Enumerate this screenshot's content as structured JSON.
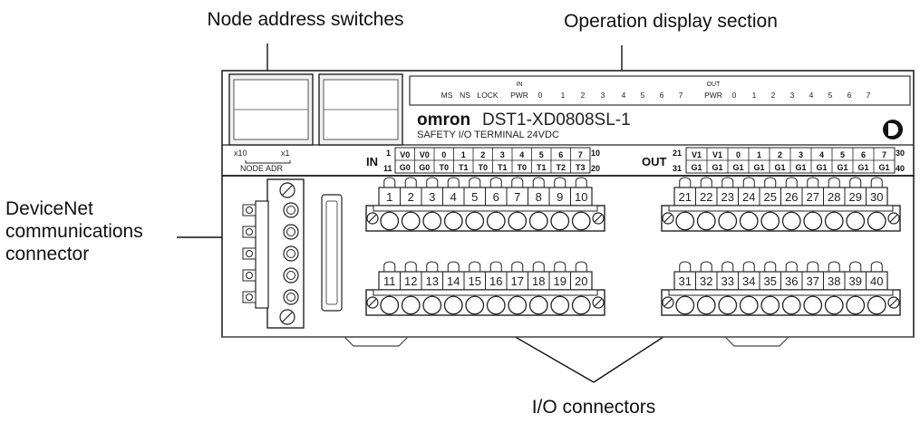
{
  "callouts": {
    "node_address": "Node address switches",
    "operation_display": "Operation display section",
    "devicenet_line1": "DeviceNet",
    "devicenet_line2": "communications",
    "devicenet_line3": "connector",
    "io_connectors": "I/O connectors"
  },
  "device": {
    "brand": "omron",
    "model": "DST1-XD0808SL-1",
    "subtitle": "SAFETY I/O TERMINAL  24VDC",
    "node_x10": "x10",
    "node_x1": "x1",
    "node_adr": "NODE ADR",
    "in_label": "IN",
    "out_label": "OUT"
  },
  "display": {
    "in_caption": "IN",
    "out_caption": "OUT",
    "in_items": [
      "MS",
      "NS",
      "LOCK",
      "PWR",
      "0",
      "1",
      "2",
      "3",
      "4",
      "5",
      "6",
      "7"
    ],
    "out_items": [
      "PWR",
      "0",
      "1",
      "2",
      "3",
      "4",
      "5",
      "6",
      "7"
    ]
  },
  "terminal_labels": {
    "in_top_start": "1",
    "in_top_end": "10",
    "in_bottom_start": "11",
    "in_bottom_end": "20",
    "in_top": [
      "V0",
      "V0",
      "0",
      "1",
      "2",
      "3",
      "4",
      "5",
      "6",
      "7"
    ],
    "in_bottom": [
      "G0",
      "G0",
      "T0",
      "T1",
      "T0",
      "T1",
      "T0",
      "T1",
      "T2",
      "T3"
    ],
    "out_top_start": "21",
    "out_top_end": "30",
    "out_bottom_start": "31",
    "out_bottom_end": "40",
    "out_top": [
      "V1",
      "V1",
      "0",
      "1",
      "2",
      "3",
      "4",
      "5",
      "6",
      "7"
    ],
    "out_bottom": [
      "G1",
      "G1",
      "G1",
      "G1",
      "G1",
      "G1",
      "G1",
      "G1",
      "G1",
      "G1"
    ]
  },
  "connectors": {
    "in_top": [
      "1",
      "2",
      "3",
      "4",
      "5",
      "6",
      "7",
      "8",
      "9",
      "10"
    ],
    "in_bottom": [
      "11",
      "12",
      "13",
      "14",
      "15",
      "16",
      "17",
      "18",
      "19",
      "20"
    ],
    "out_top": [
      "21",
      "22",
      "23",
      "24",
      "25",
      "26",
      "27",
      "28",
      "29",
      "30"
    ],
    "out_bottom": [
      "31",
      "32",
      "33",
      "34",
      "35",
      "36",
      "37",
      "38",
      "39",
      "40"
    ]
  }
}
